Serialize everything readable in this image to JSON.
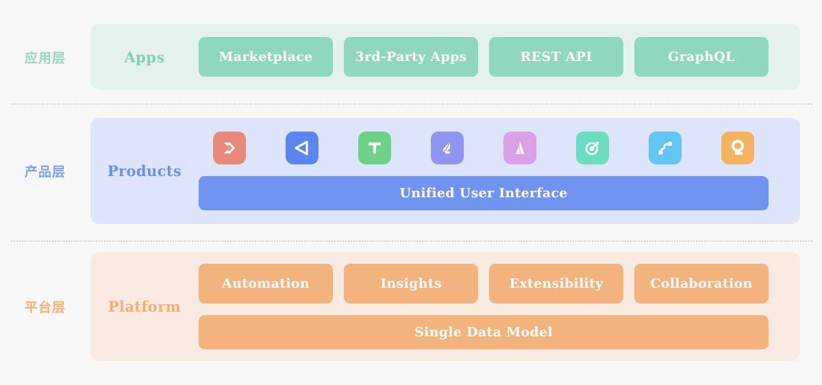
{
  "layers": [
    {
      "zh_label": "应用层",
      "title": "Apps",
      "chips": [
        {
          "label": "Marketplace"
        },
        {
          "label": "3rd-Party Apps"
        },
        {
          "label": "REST API"
        },
        {
          "label": "GraphQL"
        }
      ],
      "colors": {
        "band": "#e3f3ec",
        "chip": "#8fd7bd",
        "text": "#83cfb0"
      }
    },
    {
      "zh_label": "产品层",
      "title": "Products",
      "icons": [
        {
          "name": "dataview-chevron-icon",
          "color": "#e8897a"
        },
        {
          "name": "play-triangle-icon",
          "color": "#5a87ee"
        },
        {
          "name": "tasks-t-icon",
          "color": "#6ed189"
        },
        {
          "name": "feather-icon",
          "color": "#8e96ef"
        },
        {
          "name": "atlassian-a-icon",
          "color": "#d9a0e8"
        },
        {
          "name": "target-goal-icon",
          "color": "#6bdcc0"
        },
        {
          "name": "workflow-nodes-icon",
          "color": "#63c6f2"
        },
        {
          "name": "search-q-icon",
          "color": "#f4b35e"
        }
      ],
      "bar": {
        "label": "Unified User Interface"
      },
      "colors": {
        "band": "#dde5fa",
        "bar": "#6f93ef",
        "text": "#6a90ea"
      }
    },
    {
      "zh_label": "平台层",
      "title": "Platform",
      "chips": [
        {
          "label": "Automation"
        },
        {
          "label": "Insights"
        },
        {
          "label": "Extensibility"
        },
        {
          "label": "Collaboration"
        }
      ],
      "bar": {
        "label": "Single Data Model"
      },
      "colors": {
        "band": "#f8eae0",
        "chip": "#f3b37d",
        "text": "#f0ae75"
      }
    }
  ],
  "background": "#f7f7f7",
  "divider_color": "#cfcfcf"
}
